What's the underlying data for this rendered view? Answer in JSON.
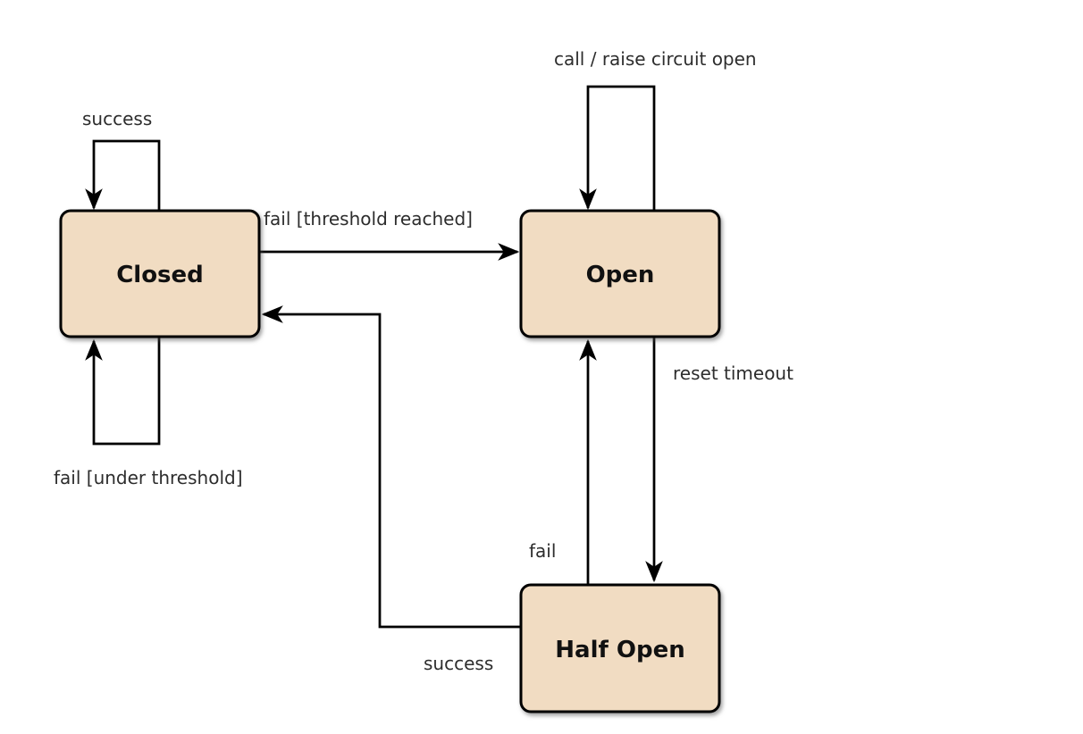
{
  "diagram": {
    "type": "state-diagram",
    "colors": {
      "background": "#ffffff",
      "node_fill": "#f1dcc2",
      "node_stroke": "#000000",
      "node_text": "#111111",
      "edge_stroke": "#000000",
      "edge_label_text": "#2d2d2d"
    },
    "nodes": [
      {
        "id": "closed",
        "label": "Closed"
      },
      {
        "id": "open",
        "label": "Open"
      },
      {
        "id": "half_open",
        "label": "Half Open"
      }
    ],
    "edges": [
      {
        "id": "closed-success-self",
        "from": "Closed",
        "to": "Closed",
        "label": "success"
      },
      {
        "id": "closed-to-open",
        "from": "Closed",
        "to": "Open",
        "label": "fail [threshold reached]"
      },
      {
        "id": "open-call-self",
        "from": "Open",
        "to": "Open",
        "label": "call / raise circuit open"
      },
      {
        "id": "open-to-half-open",
        "from": "Open",
        "to": "Half Open",
        "label": "reset timeout"
      },
      {
        "id": "half-open-to-open",
        "from": "Half Open",
        "to": "Open",
        "label": "fail"
      },
      {
        "id": "half-open-to-closed",
        "from": "Half Open",
        "to": "Closed",
        "label": "success"
      },
      {
        "id": "closed-fail-self",
        "from": "Closed",
        "to": "Closed",
        "label": "fail [under threshold]"
      }
    ]
  }
}
